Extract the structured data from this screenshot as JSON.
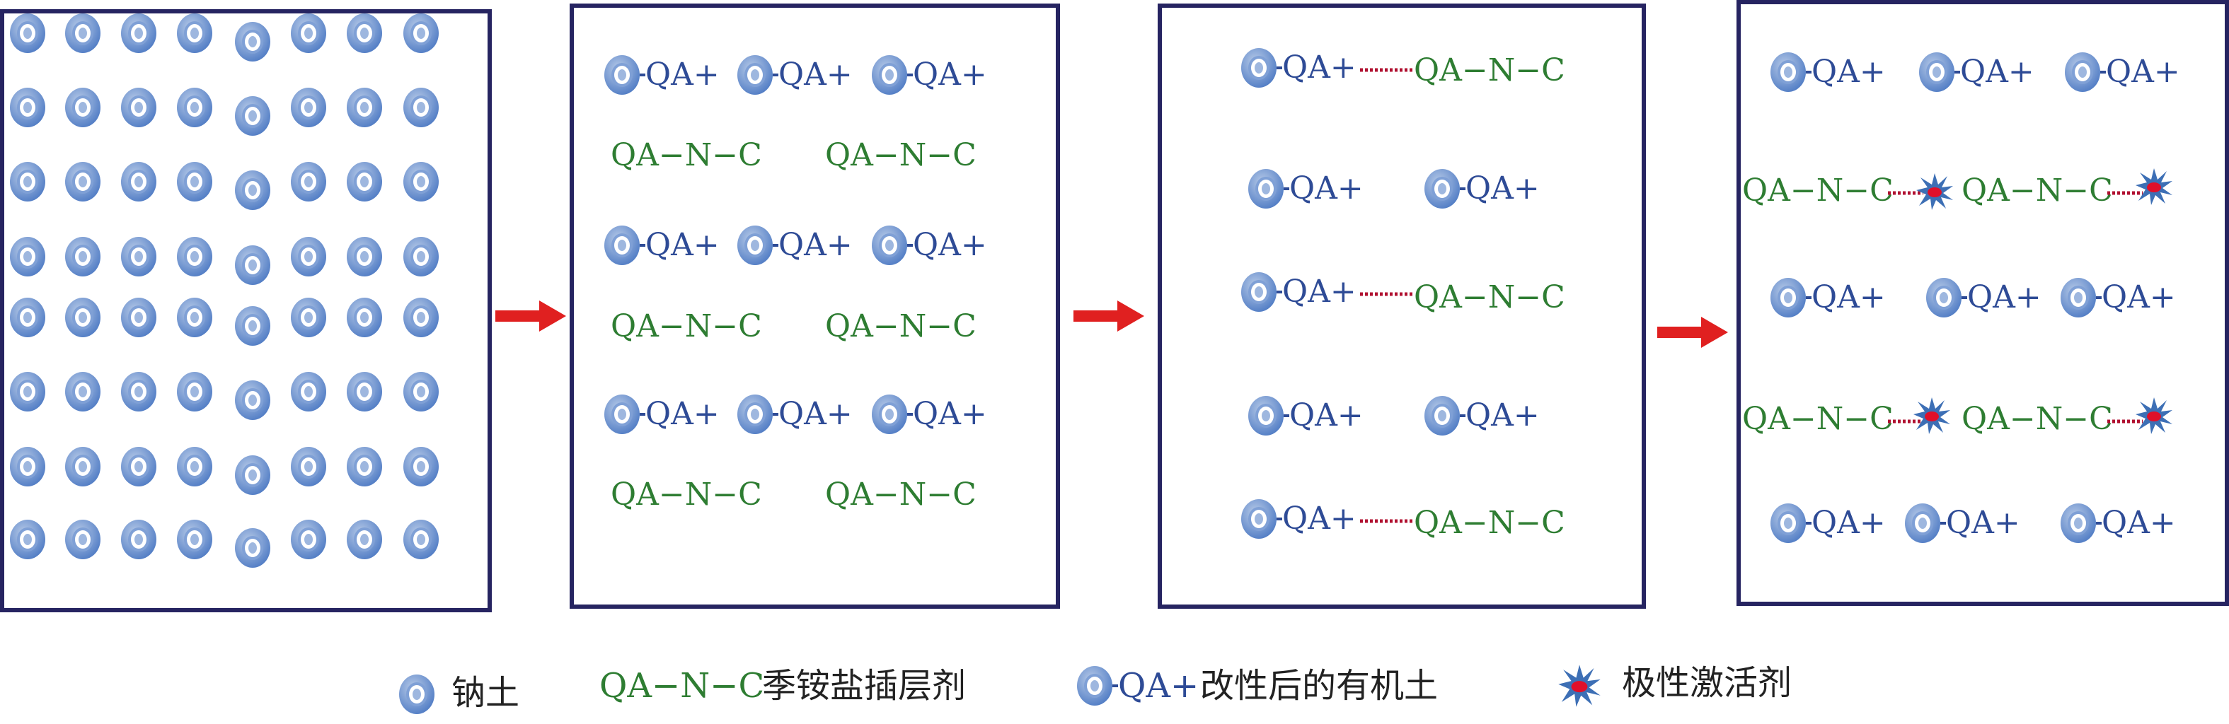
{
  "colors": {
    "frame": "#262461",
    "clay_ring": "#4f7bc4",
    "clay_light": "#b8cbe8",
    "qa_text": "#2e4b96",
    "qnc_text": "#2e7d32",
    "arrow": "#e02020",
    "dash": "#b01030",
    "star_body": "#3d6fb5",
    "star_core": "#e0102a"
  },
  "labels": {
    "qa_plus": "QA+",
    "qa_n_c": "QA−N−C"
  },
  "legend": {
    "sodium_clay": "钠土",
    "qnc_prefix": "QA−N−C",
    "intercalant": "季铵盐插层剂",
    "qa_prefix": "QA+",
    "modified_clay": "改性后的有机土",
    "activator": "极性激活剂"
  },
  "icons": [
    "clay-ring-icon",
    "red-arrow-icon",
    "polar-activator-star-icon"
  ]
}
